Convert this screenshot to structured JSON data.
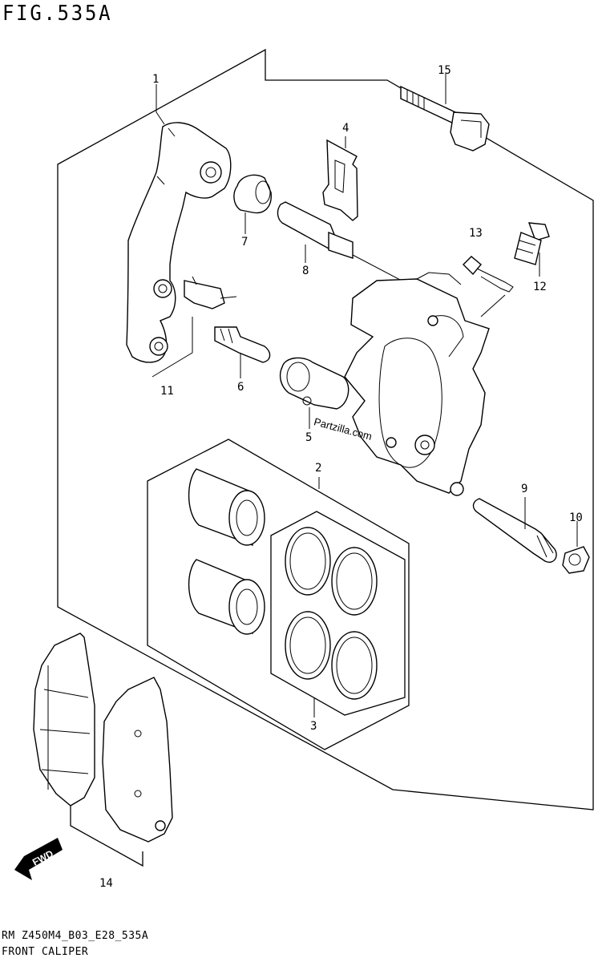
{
  "figure": {
    "title": "FIG.535A",
    "footer_code": "RM Z450M4_B03_E28_535A",
    "footer_name": "FRONT CALIPER",
    "watermark": "Partzilla.com",
    "fwd_label": "FWD"
  },
  "callouts": [
    {
      "id": "1",
      "label": "1"
    },
    {
      "id": "2",
      "label": "2"
    },
    {
      "id": "3",
      "label": "3"
    },
    {
      "id": "4",
      "label": "4"
    },
    {
      "id": "5",
      "label": "5"
    },
    {
      "id": "6",
      "label": "6"
    },
    {
      "id": "7",
      "label": "7"
    },
    {
      "id": "8",
      "label": "8"
    },
    {
      "id": "9",
      "label": "9"
    },
    {
      "id": "10",
      "label": "10"
    },
    {
      "id": "11",
      "label": "11"
    },
    {
      "id": "12",
      "label": "12"
    },
    {
      "id": "13",
      "label": "13"
    },
    {
      "id": "14",
      "label": "14"
    },
    {
      "id": "15",
      "label": "15"
    }
  ]
}
